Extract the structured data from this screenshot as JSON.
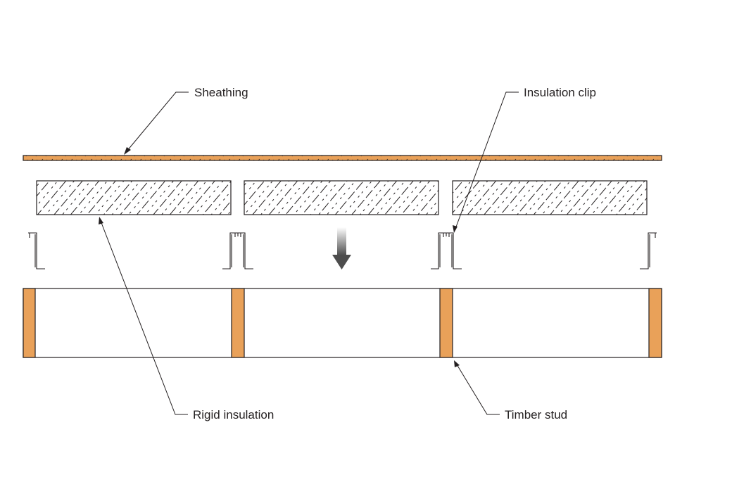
{
  "labels": {
    "sheathing": "Sheathing",
    "insulation_clip": "Insulation clip",
    "rigid_insulation": "Rigid insulation",
    "timber_stud": "Timber stud"
  },
  "colors": {
    "timber": "#e9a159",
    "sheathing": "#e9a159",
    "line": "#231f20",
    "arrow_dark": "#4d4d4d",
    "arrow_light": "#ffffff"
  }
}
